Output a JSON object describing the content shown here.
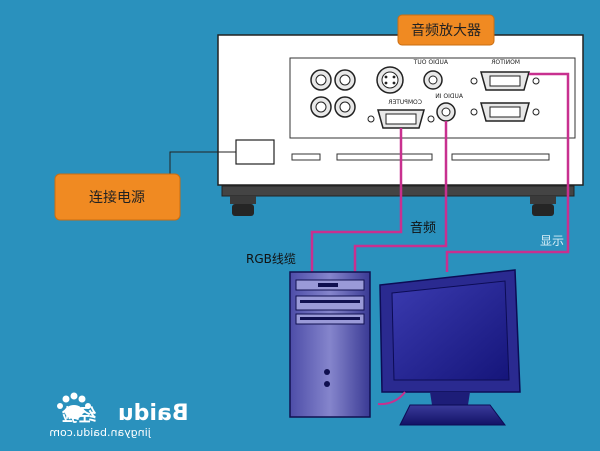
{
  "diagram": {
    "labels": {
      "amplifier": "音频放大器",
      "power": "连接电源",
      "rgb_cable": "RGB线缆",
      "audio": "音频",
      "display": "显示"
    },
    "panel_text": {
      "monitor_port": "MONITOR",
      "audio_out": "AUDIO OUT",
      "audio_in": "AUDIO IN",
      "computer_port": "COMPUTER"
    },
    "watermark": {
      "brand": "Baidu",
      "brand_cn": "经验",
      "url": "jingyan.baidu.com"
    },
    "colors": {
      "background": "#2a91bd",
      "cable": "#c8308f",
      "callout": "#f08a22",
      "device_body": "#ffffff",
      "monitor_frame": "#1c1c8a"
    }
  }
}
